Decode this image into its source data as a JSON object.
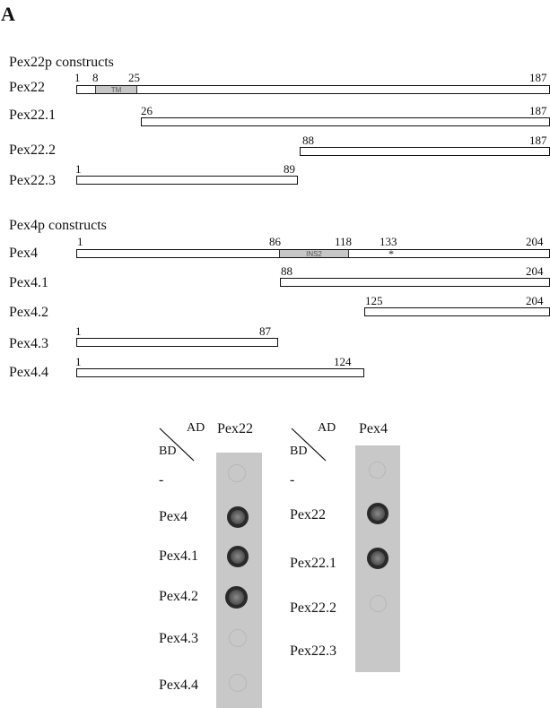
{
  "panel_label": "A",
  "pex22_section": {
    "title": "Pex22p constructs",
    "rows": [
      {
        "label": "Pex22",
        "start": 1,
        "end": 187,
        "num_labels": [
          "1",
          "8",
          "25",
          "187"
        ],
        "domain": {
          "start": 8,
          "end": 25,
          "label": "TM"
        }
      },
      {
        "label": "Pex22.1",
        "start": 26,
        "end": 187,
        "num_labels": [
          "26",
          "187"
        ]
      },
      {
        "label": "Pex22.2",
        "start": 88,
        "end": 187,
        "num_labels": [
          "88",
          "187"
        ]
      },
      {
        "label": "Pex22.3",
        "start": 1,
        "end": 89,
        "num_labels": [
          "1",
          "89"
        ]
      }
    ]
  },
  "pex4_section": {
    "title": "Pex4p constructs",
    "rows": [
      {
        "label": "Pex4",
        "start": 1,
        "end": 204,
        "num_labels": [
          "1",
          "86",
          "118",
          "133",
          "204"
        ],
        "domain": {
          "start": 86,
          "end": 118,
          "label": "INS2"
        },
        "marker": {
          "position": 133,
          "symbol": "*"
        }
      },
      {
        "label": "Pex4.1",
        "start": 88,
        "end": 204,
        "num_labels": [
          "88",
          "204"
        ]
      },
      {
        "label": "Pex4.2",
        "start": 125,
        "end": 204,
        "num_labels": [
          "125",
          "204"
        ]
      },
      {
        "label": "Pex4.3",
        "start": 1,
        "end": 87,
        "num_labels": [
          "1",
          "87"
        ]
      },
      {
        "label": "Pex4.4",
        "start": 1,
        "end": 124,
        "num_labels": [
          "1",
          "124"
        ]
      }
    ]
  },
  "two_hybrid": [
    {
      "corner_top": "AD",
      "corner_bottom": "BD",
      "column_header": "Pex22",
      "rows": [
        {
          "label": "-",
          "interaction": false
        },
        {
          "label": "Pex4",
          "interaction": true
        },
        {
          "label": "Pex4.1",
          "interaction": true
        },
        {
          "label": "Pex4.2",
          "interaction": true
        },
        {
          "label": "Pex4.3",
          "interaction": false
        },
        {
          "label": "Pex4.4",
          "interaction": false
        }
      ]
    },
    {
      "corner_top": "AD",
      "corner_bottom": "BD",
      "column_header": "Pex4",
      "rows": [
        {
          "label": "-",
          "interaction": false
        },
        {
          "label": "Pex22",
          "interaction": true
        },
        {
          "label": "Pex22.1",
          "interaction": true
        },
        {
          "label": "Pex22.2",
          "interaction": false
        },
        {
          "label": "Pex22.3",
          "interaction": false
        }
      ]
    }
  ]
}
